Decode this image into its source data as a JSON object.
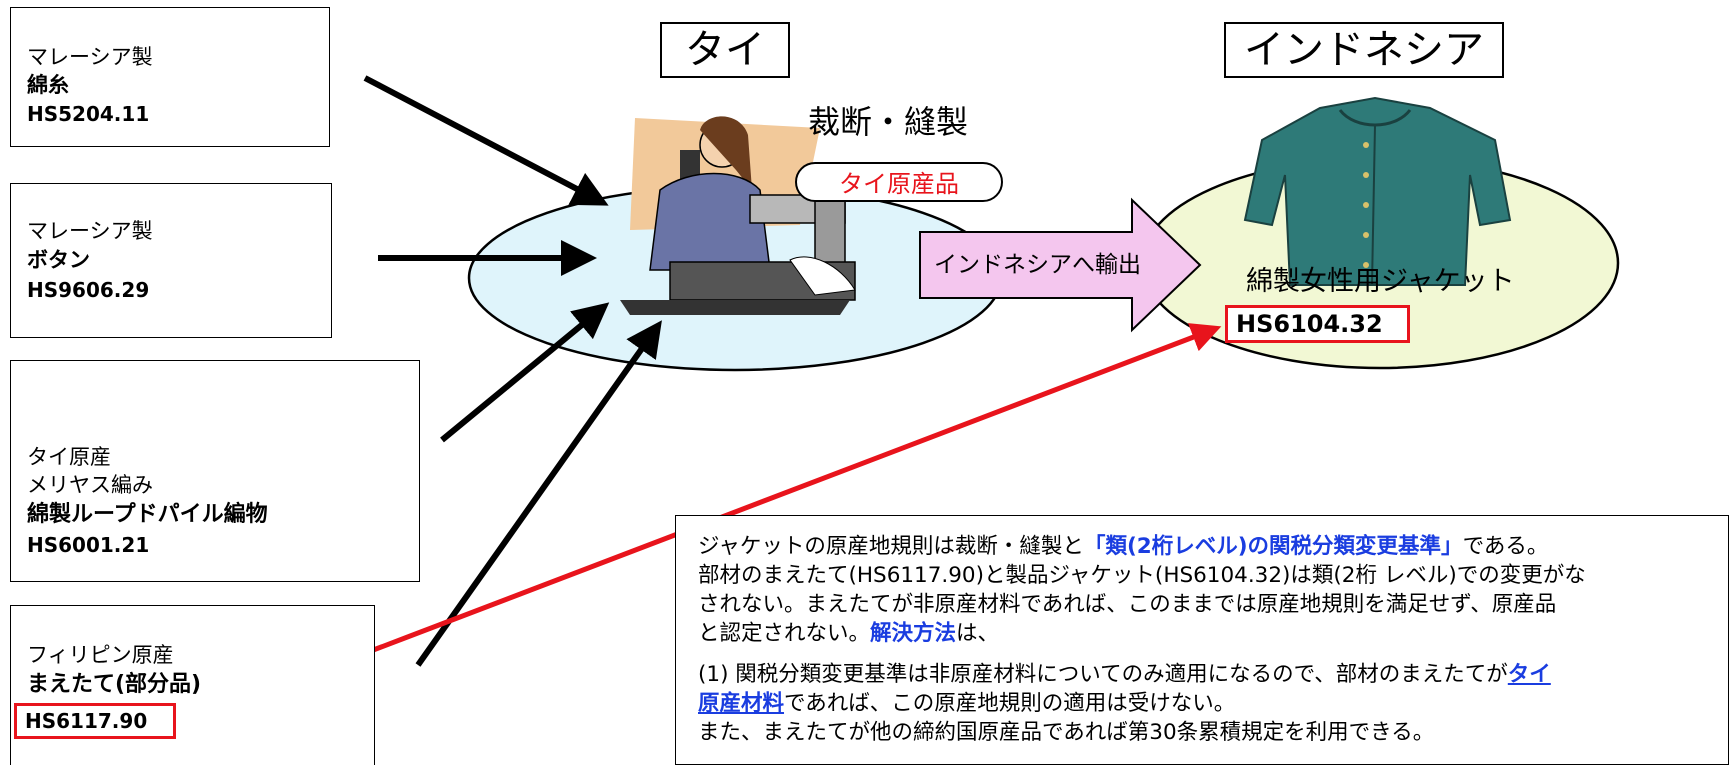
{
  "materials": [
    {
      "line1": "マレーシア製",
      "name": "綿糸",
      "hs": "HS5204.11"
    },
    {
      "line1": "マレーシア製",
      "name": "ボタン",
      "hs": "HS9606.29"
    },
    {
      "line1": "タイ原産",
      "line2": "メリヤス編み",
      "name": "綿製ループドパイル編物",
      "hs": "HS6001.21"
    },
    {
      "line1": "フィリピン原産",
      "name": "まえたて(部分品)",
      "hs": "HS6117.90"
    }
  ],
  "thailand": {
    "label": "タイ",
    "process": "裁断・縫製",
    "origin_badge": "タイ原産品"
  },
  "export_label": "インドネシアへ輸出",
  "indonesia": {
    "label": "インドネシア",
    "product": "綿製女性用ジャケット",
    "hs": "HS6104.32"
  },
  "explanation": {
    "p1_a": "ジャケットの原産地規則は裁断・縫製と",
    "p1_highlight": "「類(2桁レベル)の関税分類変更基準」",
    "p1_b": "である。",
    "p2": "部材のまえたて(HS6117.90)と製品ジャケット(HS6104.32)は類(2桁 レベル)での変更がな",
    "p3": "されない。まえたてが非原産材料であれば、このままでは原産地規則を満足せず、原産品",
    "p4_a": "と認定されない。",
    "p4_highlight": "解決方法",
    "p4_b": "は、",
    "p5_a": "(1) 関税分類変更基準は非原産材料についてのみ適用になるので、部材のまえたてが",
    "p5_link": "タイ",
    "p6_link": "原産材料",
    "p6_b": "であれば、この原産地規則の適用は受けない。",
    "p7": "また、まえたてが他の締約国原産品であれば第30条累積規定を利用できる。"
  },
  "colors": {
    "thai_ellipse": "#dff4fb",
    "indo_ellipse": "#f2f8d4",
    "export_arrow": "#f4c6ee",
    "red": "#e8141c",
    "highlight_blue": "#1a3de0"
  }
}
